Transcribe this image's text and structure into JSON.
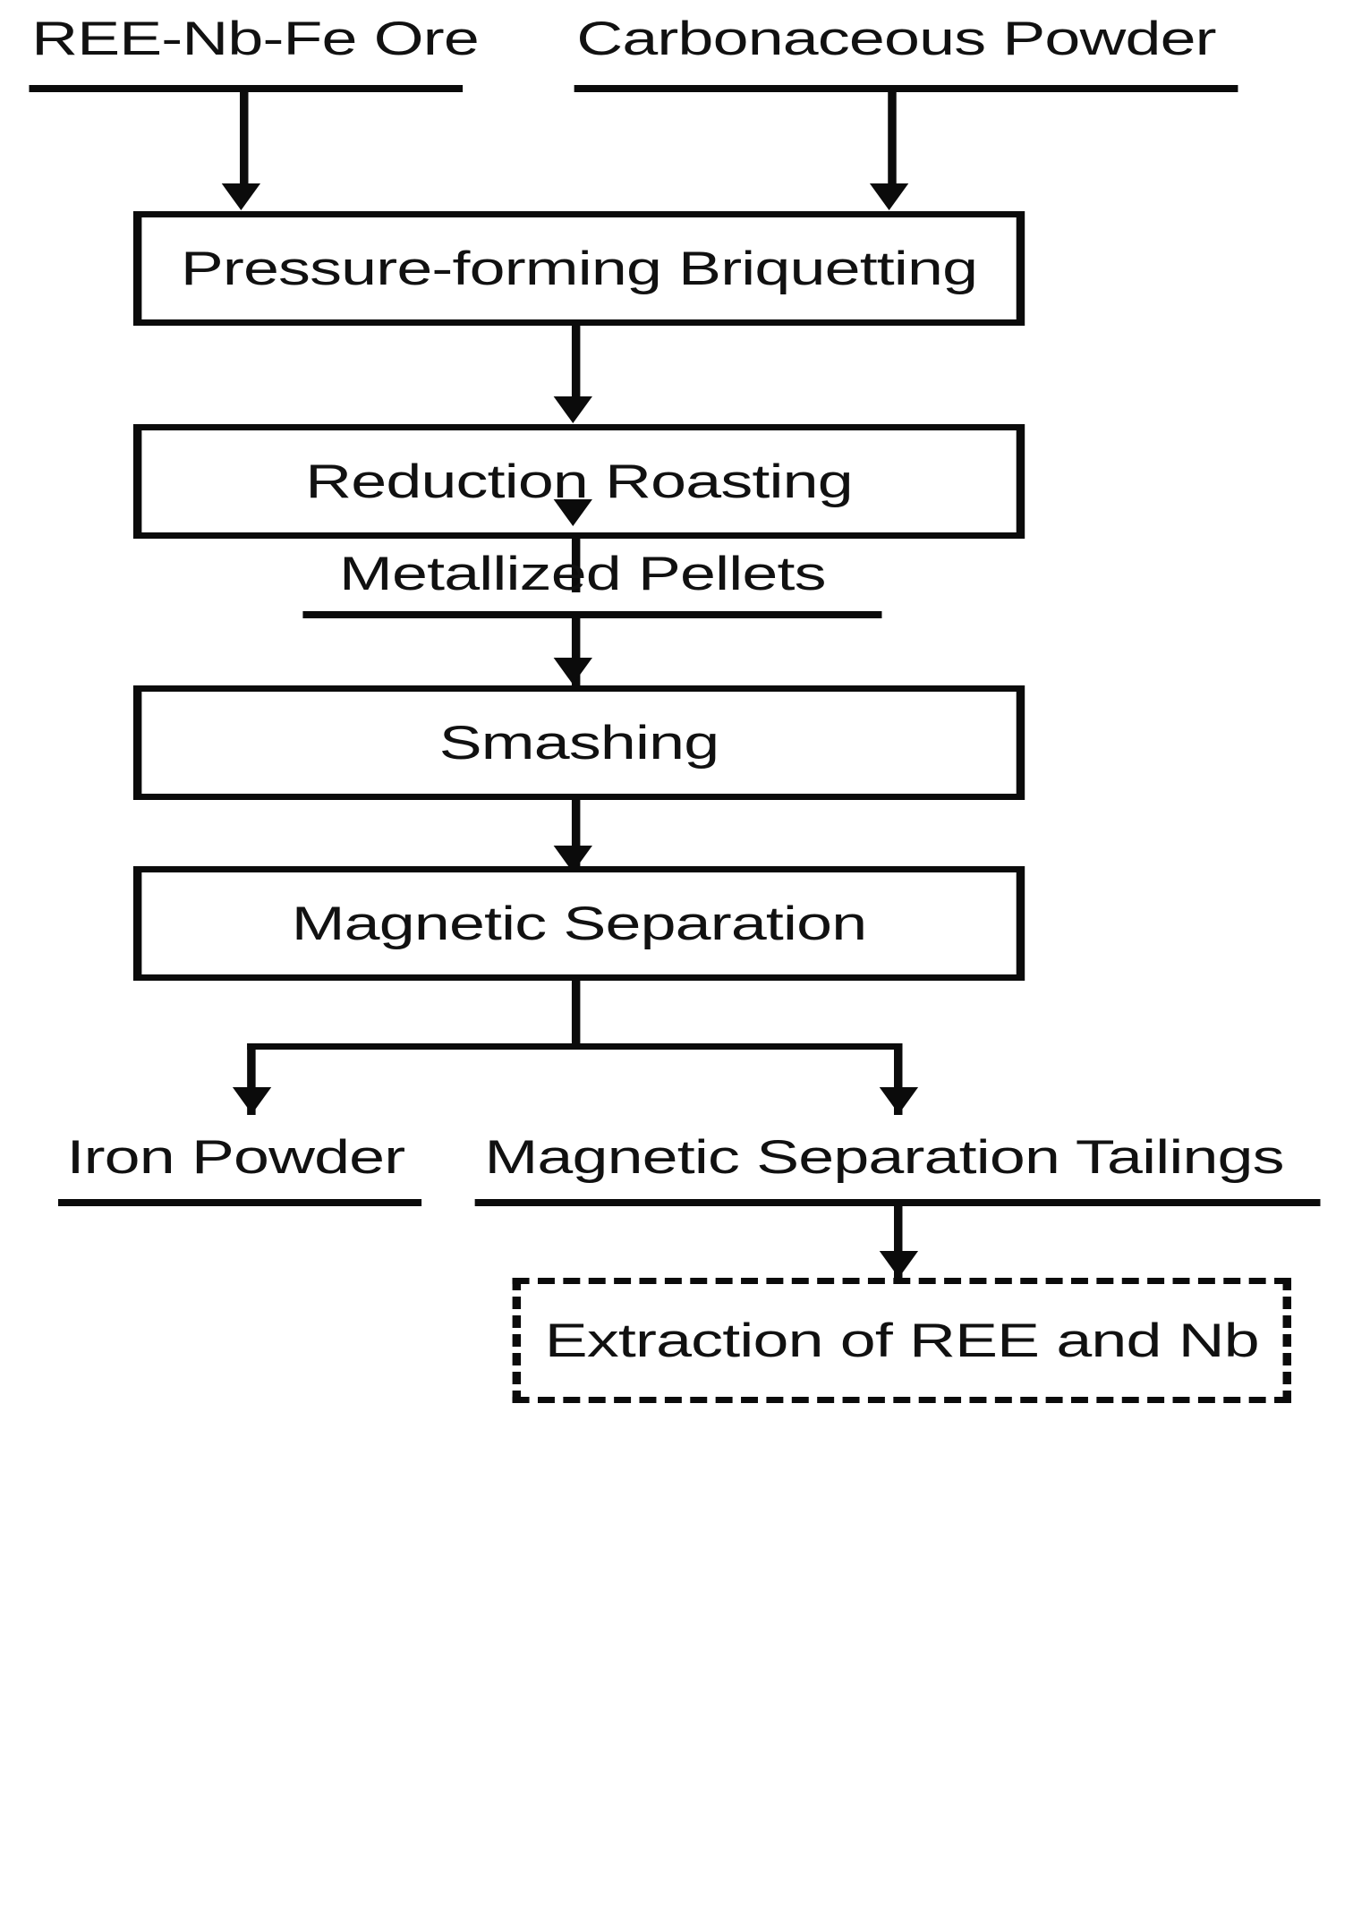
{
  "diagram": {
    "title": "REE-Nb-Fe Ore Reduction Roasting and Magnetic Separation Flowsheet",
    "type": "process-flowchart",
    "colors": {
      "line": "#0b0b0b",
      "text": "#111111",
      "background": "#ffffff"
    },
    "inputs": [
      {
        "id": "ore",
        "label": "REE-Nb-Fe Ore"
      },
      {
        "id": "carbon",
        "label": "Carbonaceous Powder"
      }
    ],
    "processes": [
      {
        "id": "briquetting",
        "label": "Pressure-forming Briquetting",
        "style": "solid"
      },
      {
        "id": "roasting",
        "label": "Reduction Roasting",
        "style": "solid"
      },
      {
        "id": "smashing",
        "label": "Smashing",
        "style": "solid"
      },
      {
        "id": "magsep",
        "label": "Magnetic Separation",
        "style": "solid"
      }
    ],
    "intermediates": [
      {
        "id": "pellets",
        "label": "Metallized Pellets"
      }
    ],
    "outputs": [
      {
        "id": "iron",
        "label": "Iron Powder"
      },
      {
        "id": "tailings",
        "label": "Magnetic Separation Tailings"
      }
    ],
    "optional": [
      {
        "id": "extraction",
        "label": "Extraction of REE and Nb",
        "style": "dashed"
      }
    ],
    "edges": [
      {
        "from": "ore",
        "to": "briquetting"
      },
      {
        "from": "carbon",
        "to": "briquetting"
      },
      {
        "from": "briquetting",
        "to": "roasting"
      },
      {
        "from": "roasting",
        "to": "pellets"
      },
      {
        "from": "pellets",
        "to": "smashing"
      },
      {
        "from": "smashing",
        "to": "magsep"
      },
      {
        "from": "magsep",
        "to": "iron"
      },
      {
        "from": "magsep",
        "to": "tailings"
      },
      {
        "from": "tailings",
        "to": "extraction"
      }
    ]
  }
}
